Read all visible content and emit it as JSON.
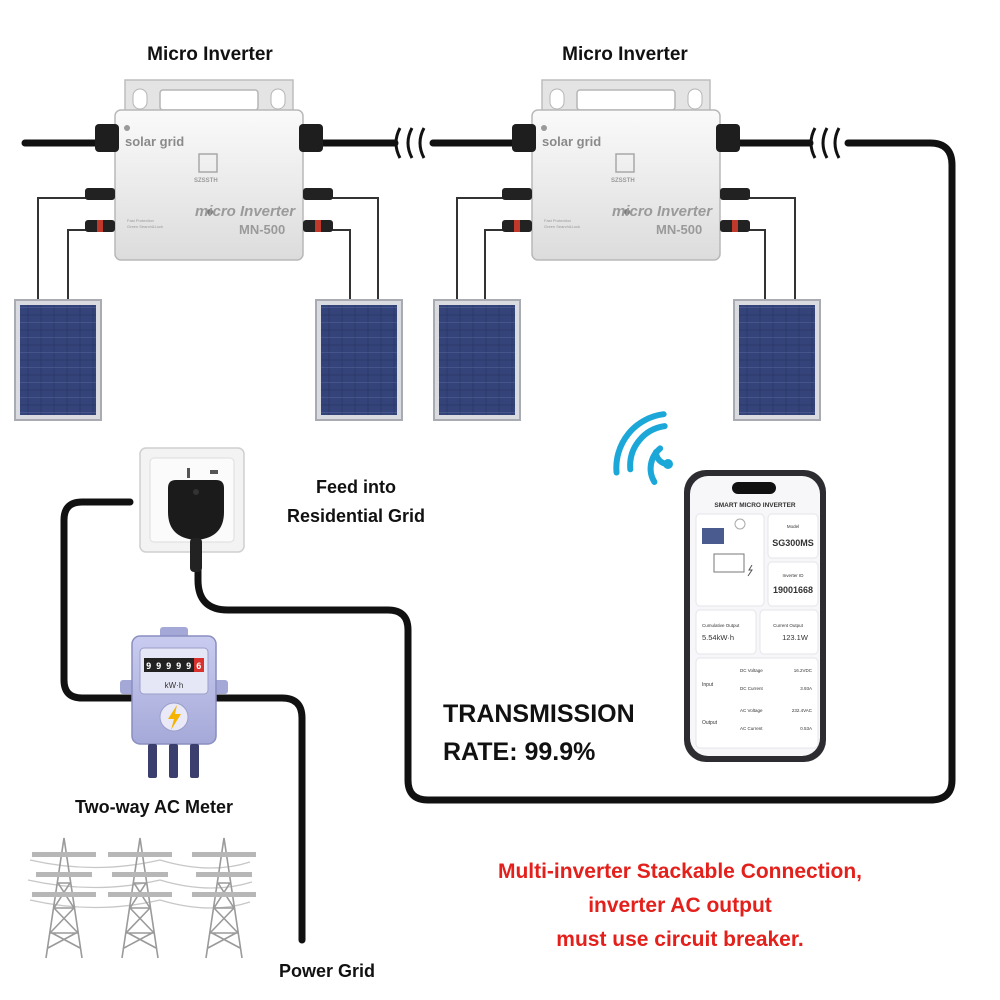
{
  "labels": {
    "inverter_left": "Micro Inverter",
    "inverter_right": "Micro Inverter",
    "feed_line1": "Feed into",
    "feed_line2": "Residential Grid",
    "transmission_line1": "TRANSMISSION",
    "transmission_line2": "RATE: 99.9%",
    "meter": "Two-way AC Meter",
    "power_grid": "Power Grid"
  },
  "warning": {
    "line1": "Multi-inverter Stackable Connection,",
    "line2": "inverter AC output",
    "line3": "must use circuit breaker."
  },
  "inverter": {
    "brand": "solar grid",
    "name": "micro Inverter",
    "model": "MN-500",
    "logo_text": "SZSSTH",
    "small_line1": "Fast Protection",
    "small_line2": "Green Search&Lock"
  },
  "meter": {
    "digits": [
      "9",
      "9",
      "9",
      "9",
      "9",
      "6"
    ],
    "unit": "kW·h"
  },
  "app": {
    "header": "SMART MICRO INVERTER",
    "model_label": "Model",
    "model_value": "SG300MS",
    "serial_label": "Inverter ID",
    "serial_value": "19001668",
    "cumulative_label": "Cumulative Output",
    "cumulative_value": "5.54kW·h",
    "current_label": "Current Output",
    "current_value": "123.1W",
    "input_label": "Input",
    "output_label": "Output",
    "dc_voltage_label": "DC Voltage",
    "dc_voltage_value": "16.2VDC",
    "dc_current_label": "DC Current",
    "dc_current_value": "3.93A",
    "ac_voltage_label": "AC Voltage",
    "ac_voltage_value": "232.4VAC",
    "ac_current_label": "AC Current",
    "ac_current_value": "0.53A"
  },
  "colors": {
    "cable": "#111111",
    "warning": "#e3201b",
    "wifi": "#1ba8d9",
    "panel": "#2c3a6b",
    "meter_body": "#b9bde6",
    "inverter_body": "#f1f1f1"
  },
  "icons": [
    "wifi-icon",
    "lightning-icon"
  ]
}
